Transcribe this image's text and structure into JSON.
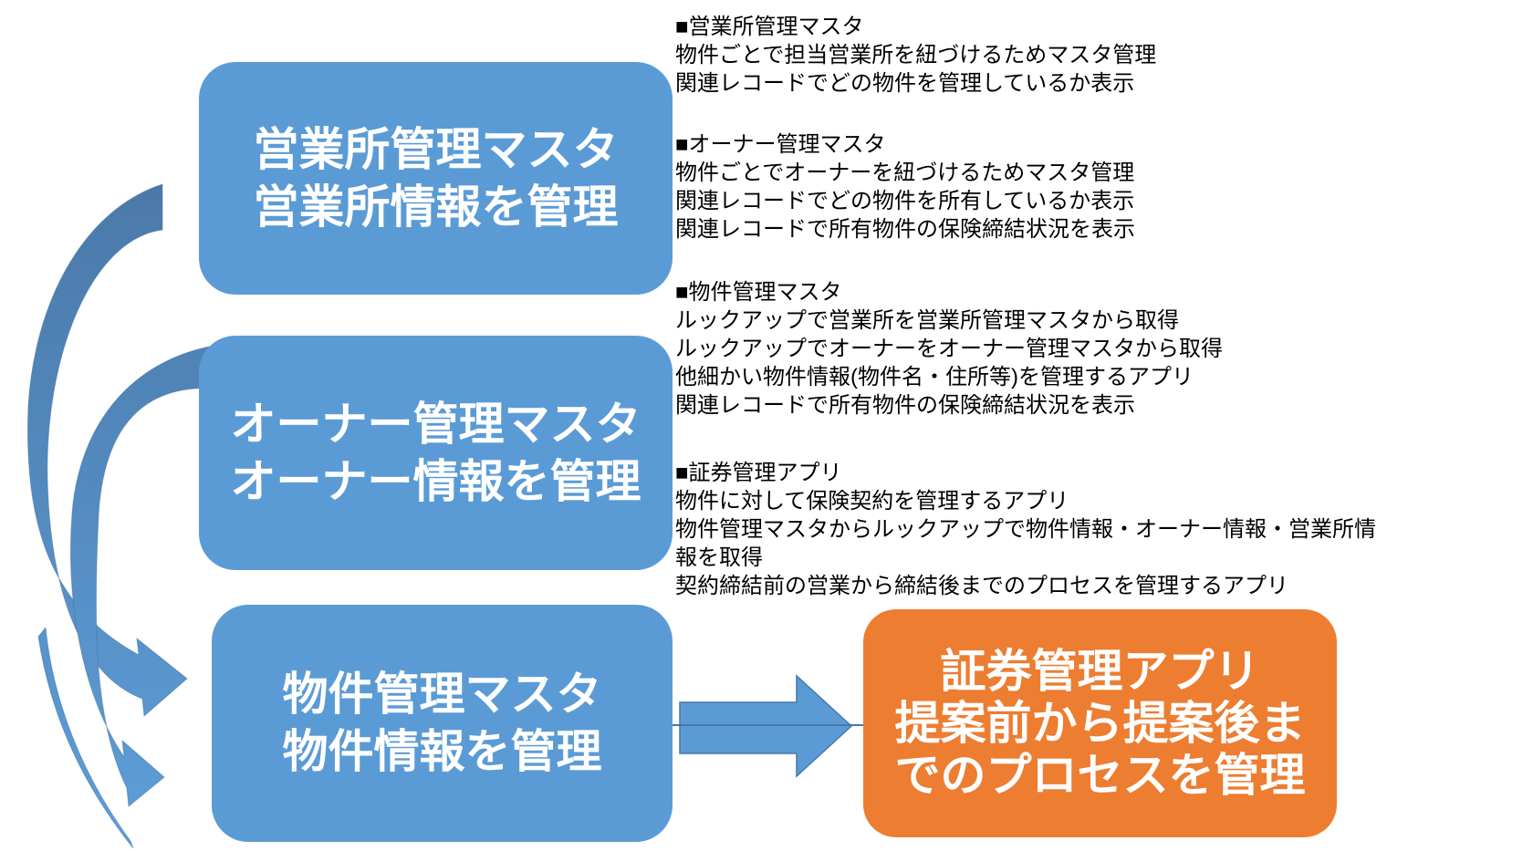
{
  "colors": {
    "box_blue": "#5B9BD5",
    "box_orange": "#ED7D31",
    "arrow_dark": "#4A78A8",
    "arrow_light": "#5D9DD6",
    "arrow_border": "#4677AD",
    "text_white": "#FFFFFF",
    "text_black": "#000000"
  },
  "boxes": {
    "office": {
      "line1": "営業所管理マスタ",
      "line2": "営業所情報を管理"
    },
    "owner": {
      "line1": "オーナー管理マスタ",
      "line2": "オーナー情報を管理"
    },
    "property": {
      "line1": "物件管理マスタ",
      "line2": "物件情報を管理"
    },
    "policy": {
      "line1": "証券管理アプリ",
      "line2": "提案前から提案後ま",
      "line3": "でのプロセスを管理"
    }
  },
  "descriptions": [
    {
      "heading": "■営業所管理マスタ",
      "lines": [
        "物件ごとで担当営業所を紐づけるためマスタ管理",
        "関連レコードでどの物件を管理しているか表示"
      ]
    },
    {
      "heading": "■オーナー管理マスタ",
      "lines": [
        "物件ごとでオーナーを紐づけるためマスタ管理",
        "関連レコードでどの物件を所有しているか表示",
        "関連レコードで所有物件の保険締結状況を表示"
      ]
    },
    {
      "heading": "■物件管理マスタ",
      "lines": [
        "ルックアップで営業所を営業所管理マスタから取得",
        "ルックアップでオーナーをオーナー管理マスタから取得",
        "他細かい物件情報(物件名・住所等)を管理するアプリ",
        "関連レコードで所有物件の保険締結状況を表示"
      ]
    },
    {
      "heading": "■証券管理アプリ",
      "lines": [
        "物件に対して保険契約を管理するアプリ",
        "物件管理マスタからルックアップで物件情報・オーナー情報・営業所情",
        "報を取得",
        "契約締結前の営業から締結後までのプロセスを管理するアプリ"
      ]
    }
  ],
  "arrows": {
    "curved_office_to_property": "curved-arrow",
    "curved_owner_to_property": "curved-arrow",
    "property_to_policy": "right-block-arrow"
  }
}
